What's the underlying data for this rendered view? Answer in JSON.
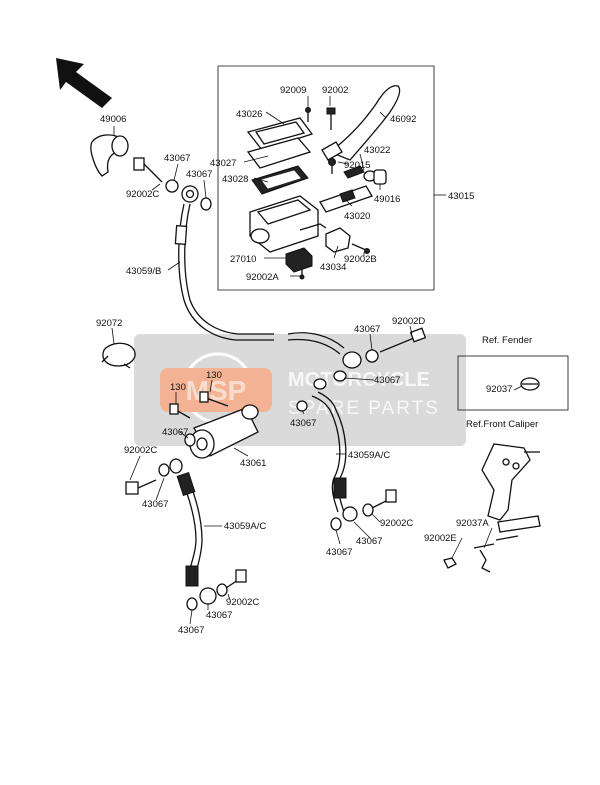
{
  "watermark": {
    "badge": "MSP",
    "line1": "MOTORCYCLE",
    "line2": "SPARE PARTS",
    "badge_color": "#e8743b"
  },
  "labels": {
    "p49006": "49006",
    "p43067_a": "43067",
    "p92002c_a": "92002C",
    "p43067_b": "43067",
    "p92009": "92009",
    "p92002": "92002",
    "p43026": "43026",
    "p46092": "46092",
    "p43027": "43027",
    "p92015": "92015",
    "p43022": "43022",
    "p43028": "43028",
    "p49016": "49016",
    "p43015": "43015",
    "p43020": "43020",
    "p27010": "27010",
    "p92002b": "92002B",
    "p43034": "43034",
    "p43059b": "43059/B",
    "p92002a": "92002A",
    "p92072": "92072",
    "p43067_c": "43067",
    "p92002d": "92002D",
    "p43067_d": "43067",
    "p130_a": "130",
    "p130_b": "130",
    "p43067_e": "43067",
    "p43067_f": "43067",
    "p43061": "43061",
    "p92002c_b": "92002C",
    "p43059ac_a": "43059A/C",
    "p43067_g": "43067",
    "p43059ac_b": "43059A/C",
    "p92002c_c": "92002C",
    "p43067_h": "43067",
    "p43067_i": "43067",
    "p92002c_d": "92002C",
    "p43067_j": "43067",
    "p43067_k": "43067",
    "ref_fender": "Ref. Fender",
    "p92037": "92037",
    "ref_caliper": "Ref.Front Caliper",
    "p92037a": "92037A",
    "p92002e": "92002E"
  },
  "icons": {
    "direction_arrow": "arrow-up-left-icon"
  }
}
